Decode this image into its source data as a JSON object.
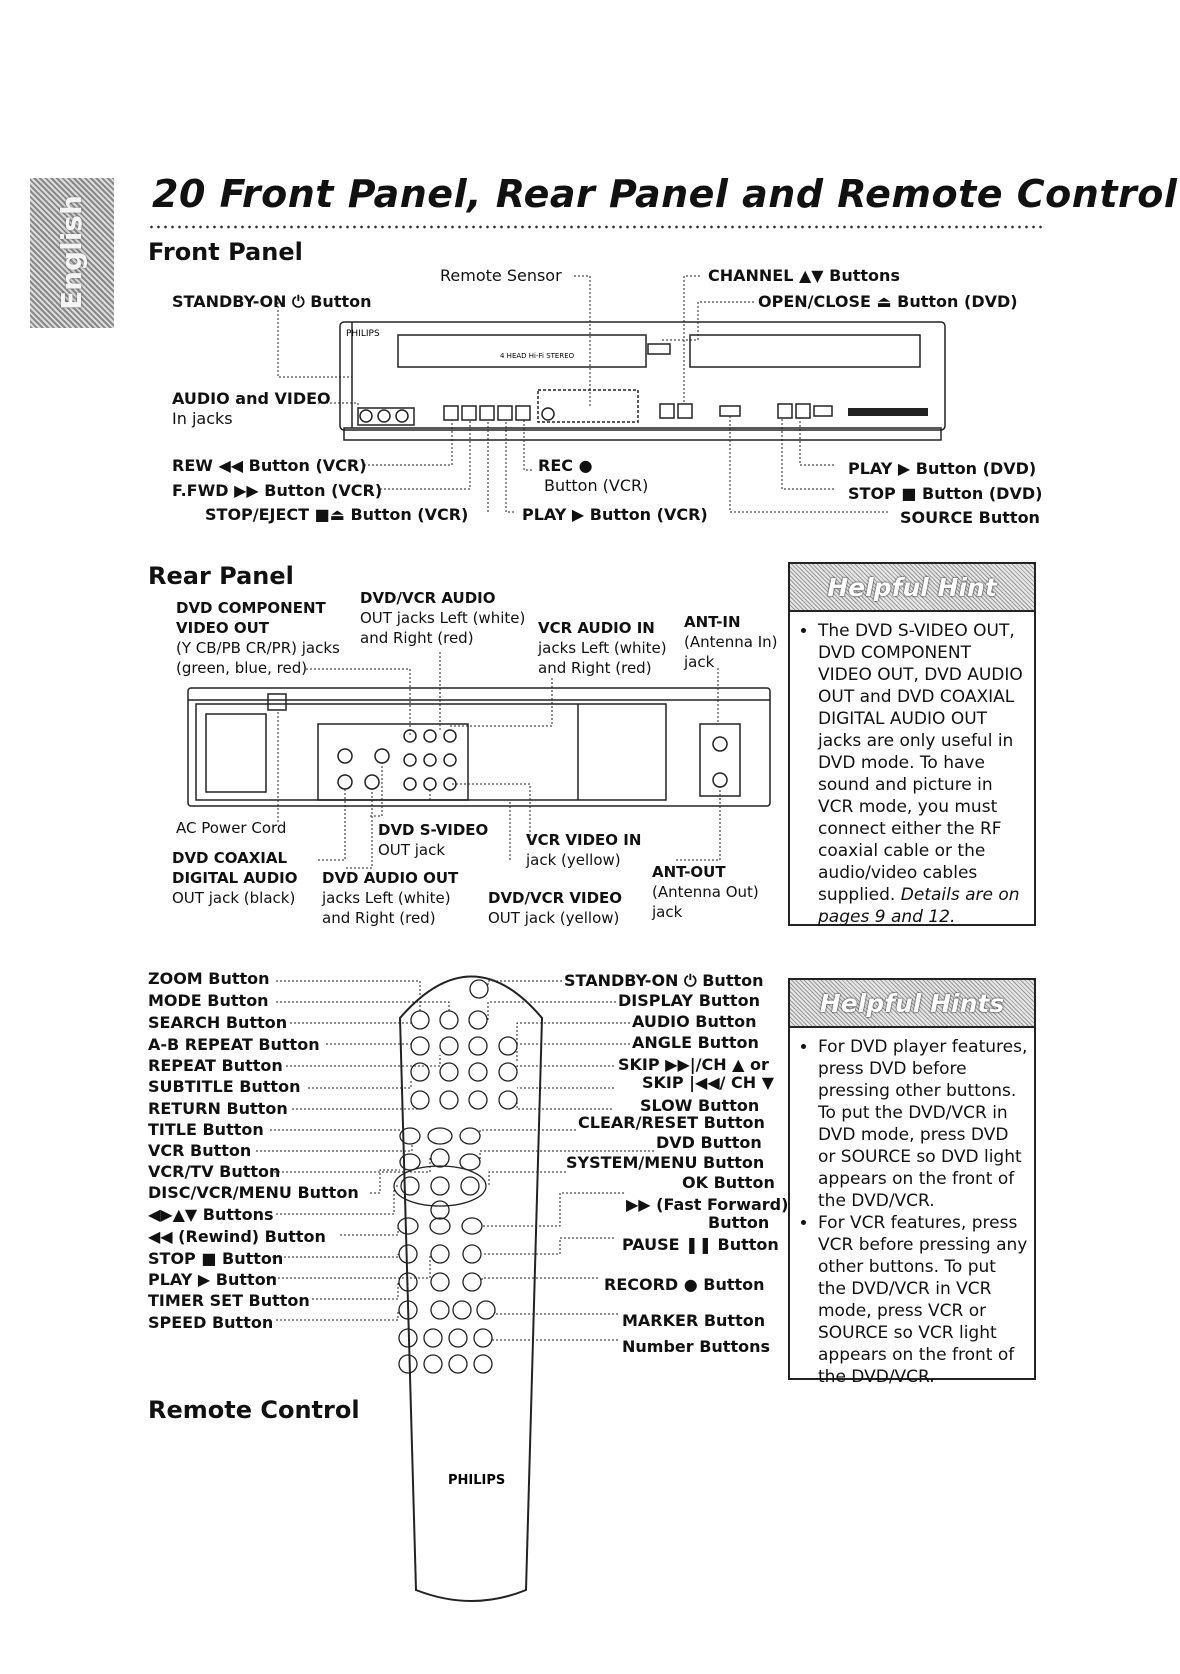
{
  "side_tab": "English",
  "page_title": "20 Front Panel, Rear Panel and Remote Control",
  "front": {
    "heading": "Front Panel",
    "standby": "STANDBY-ON ⏻ Button",
    "remote_sensor": "Remote Sensor",
    "channel": "CHANNEL ▲▼ Buttons",
    "open_close": "OPEN/CLOSE ⏏ Button (DVD)",
    "audio_video_1": "AUDIO and VIDEO",
    "audio_video_2": "In jacks",
    "rew": "REW ◀◀ Button (VCR)",
    "ffwd": "F.FWD ▶▶ Button (VCR)",
    "stop_eject": "STOP/EJECT ■⏏ Button (VCR)",
    "rec_1": "REC ●",
    "rec_2": "Button (VCR)",
    "play_vcr": "PLAY ▶ Button (VCR)",
    "play_dvd": "PLAY ▶ Button (DVD)",
    "stop_dvd": "STOP ■ Button (DVD)",
    "source": "SOURCE Button",
    "device_brand": "PHILIPS",
    "device_model": "4 HEAD Hi-Fi STEREO"
  },
  "rear": {
    "heading": "Rear Panel",
    "dvd_component_1": "DVD COMPONENT",
    "dvd_component_2": "VIDEO OUT",
    "dvd_component_3": "(Y CB/PB CR/PR) jacks",
    "dvd_component_4": "(green, blue, red)",
    "dvdvcr_audio_1": "DVD/VCR AUDIO",
    "dvdvcr_audio_2": "OUT jacks Left (white)",
    "dvdvcr_audio_3": "and Right (red)",
    "vcr_audio_in_1": "VCR AUDIO IN",
    "vcr_audio_in_2": "jacks Left (white)",
    "vcr_audio_in_3": "and Right (red)",
    "ant_in_1": "ANT-IN",
    "ant_in_2": "(Antenna In)",
    "ant_in_3": "jack",
    "ac_power": "AC Power Cord",
    "dvd_coaxial_1": "DVD COAXIAL",
    "dvd_coaxial_2": "DIGITAL AUDIO",
    "dvd_coaxial_3": "OUT jack (black)",
    "svideo_1": "DVD S-VIDEO",
    "svideo_2": "OUT jack",
    "dvd_audio_out_1": "DVD AUDIO OUT",
    "dvd_audio_out_2": "jacks Left (white)",
    "dvd_audio_out_3": "and Right (red)",
    "vcr_video_in_1": "VCR VIDEO IN",
    "vcr_video_in_2": "jack (yellow)",
    "dvdvcr_video_1": "DVD/VCR VIDEO",
    "dvdvcr_video_2": "OUT jack (yellow)",
    "ant_out_1": "ANT-OUT",
    "ant_out_2": "(Antenna Out)",
    "ant_out_3": "jack"
  },
  "hint1": {
    "title": "Helpful Hint",
    "text_main": "The DVD S-VIDEO OUT, DVD COMPONENT VIDEO OUT, DVD AUDIO OUT and DVD COAXIAL DIGITAL AUDIO OUT jacks are only useful in DVD mode. To have sound and picture in VCR mode, you must connect either the RF coaxial cable or the audio/video cables supplied.",
    "text_italic": "Details are on pages 9 and 12."
  },
  "hint2": {
    "title": "Helpful Hints",
    "items": [
      "For DVD player features, press DVD before pressing other buttons. To put the DVD/VCR in DVD mode, press DVD or SOURCE so DVD light appears on the front of the DVD/VCR.",
      "For VCR features, press VCR before pressing any other buttons. To put the DVD/VCR in VCR mode, press VCR or SOURCE so VCR light appears on the front of the DVD/VCR."
    ]
  },
  "remote": {
    "heading": "Remote Control",
    "brand": "PHILIPS",
    "left_labels": [
      "ZOOM Button",
      "MODE Button",
      "SEARCH Button",
      "A-B REPEAT Button",
      "REPEAT Button",
      "SUBTITLE Button",
      "RETURN Button",
      "TITLE Button",
      "VCR Button",
      "VCR/TV Button",
      "DISC/VCR/MENU Button",
      "◀▶▲▼ Buttons",
      "◀◀ (Rewind) Button",
      "STOP ■ Button",
      "PLAY ▶ Button",
      "TIMER SET Button",
      "SPEED Button"
    ],
    "right_labels": [
      "STANDBY-ON ⏻ Button",
      "DISPLAY Button",
      "AUDIO Button",
      "ANGLE Button",
      "SKIP ▶▶|/CH ▲ or",
      "SKIP |◀◀/ CH ▼",
      "SLOW Button",
      "CLEAR/RESET Button",
      "DVD Button",
      "SYSTEM/MENU Button",
      "OK Button",
      "▶▶ (Fast Forward)",
      "Button",
      "PAUSE ❚❚ Button",
      "RECORD ● Button",
      "MARKER Button",
      "Number Buttons"
    ]
  }
}
